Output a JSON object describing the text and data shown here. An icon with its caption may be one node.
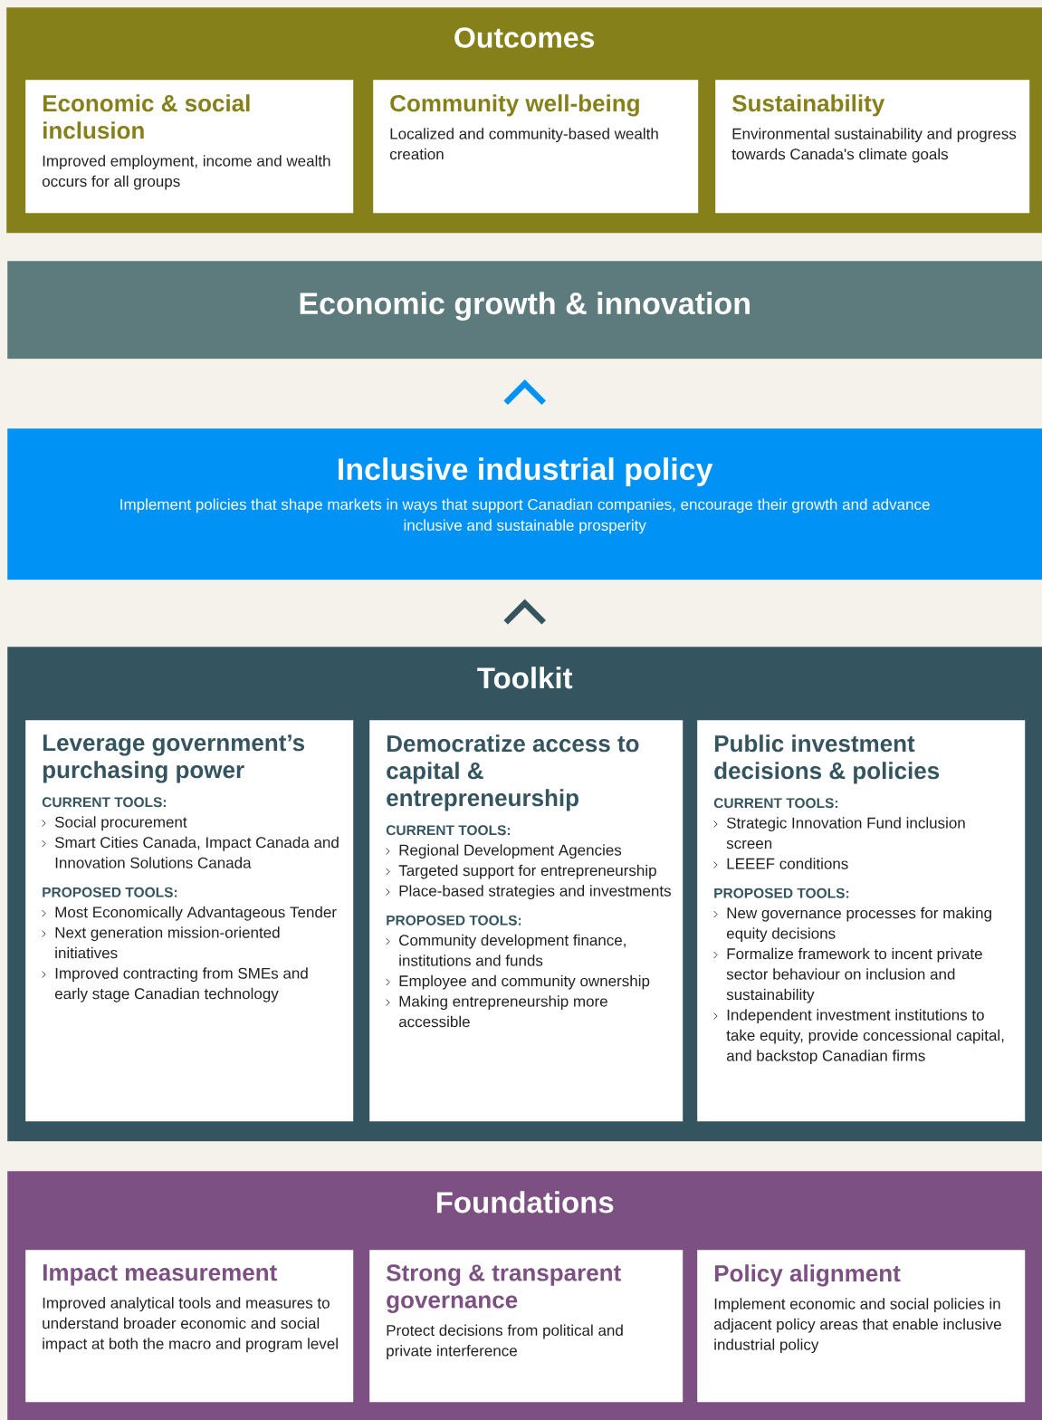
{
  "diagram": {
    "nodes": [
      {
        "text": [
          "Outcomes"
        ]
      },
      {
        "text": [
          "Economic & social inclusion",
          "Improved employment, income and wealth occurs for all groups"
        ],
        "in": 0
      },
      {
        "text": [
          "Community well-being",
          "Localized and community-based wealth creation"
        ],
        "in": 0
      },
      {
        "text": [
          "Sustainability",
          "Environmental sustainability and progress towards Canada's climate goals"
        ],
        "in": 0
      },
      {
        "text": [
          "Economic growth & innovation"
        ]
      },
      {
        "text": [
          "Inclusive industrial policy",
          "Implement policies that shape markets in ways that support Canadian companies, encourage their growth and advance inclusive and sustainable prosperity"
        ]
      },
      {
        "text": [
          "Toolkit"
        ]
      },
      {
        "text": [
          "Leverage government’s purchasing power",
          "CURRENT TOOLS:",
          "Social procurement",
          "Smart Cities Canada, Impact Canada and Innovation Solutions Canada",
          "PROPOSED TOOLS:",
          "Most Economically Advantageous Tender",
          "Next generation mission-oriented initiatives",
          "Improved contracting from SMEs and early stage Canadian technology"
        ],
        "in": 6
      },
      {
        "text": [
          "Democratize access to capital & entrepreneurship",
          "CURRENT TOOLS:",
          "Regional Development Agencies",
          "Targeted support for entrepreneurship",
          "Place-based strategies and investments",
          "PROPOSED TOOLS:",
          "Community development finance, institutions and funds",
          "Employee and community ownership",
          "Making entrepreneurship more accessible"
        ],
        "in": 6
      },
      {
        "text": [
          "Public investment decisions & policies",
          "CURRENT TOOLS:",
          "Strategic Innovation Fund inclusion screen",
          "LEEEF conditions",
          "PROPOSED TOOLS:",
          "New governance processes for making equity decisions",
          "Formalize framework to incent private sector behaviour on inclusion and sustainability",
          "Independent investment institutions to take equity, provide concessional capital, and backstop Canadian firms"
        ],
        "in": 6
      },
      {
        "text": [
          "Foundations"
        ]
      },
      {
        "text": [
          "Impact measurement",
          "Improved analytical tools and measures to understand broader economic and social impact at both the macro and program level"
        ],
        "in": 10
      },
      {
        "text": [
          "Strong & transparent governance",
          "Protect decisions from political and private interference"
        ],
        "in": 10
      },
      {
        "text": [
          "Policy alignment",
          "Implement economic and social policies in adjacent policy areas that enable inclusive industrial policy"
        ],
        "in": 10
      }
    ],
    "edges": [
      {
        "from": 5,
        "to": 4,
        "arrow": "to",
        "color": "#0093f5"
      },
      {
        "from": 6,
        "to": 5,
        "arrow": "to",
        "color": "#34555f"
      }
    ]
  }
}
